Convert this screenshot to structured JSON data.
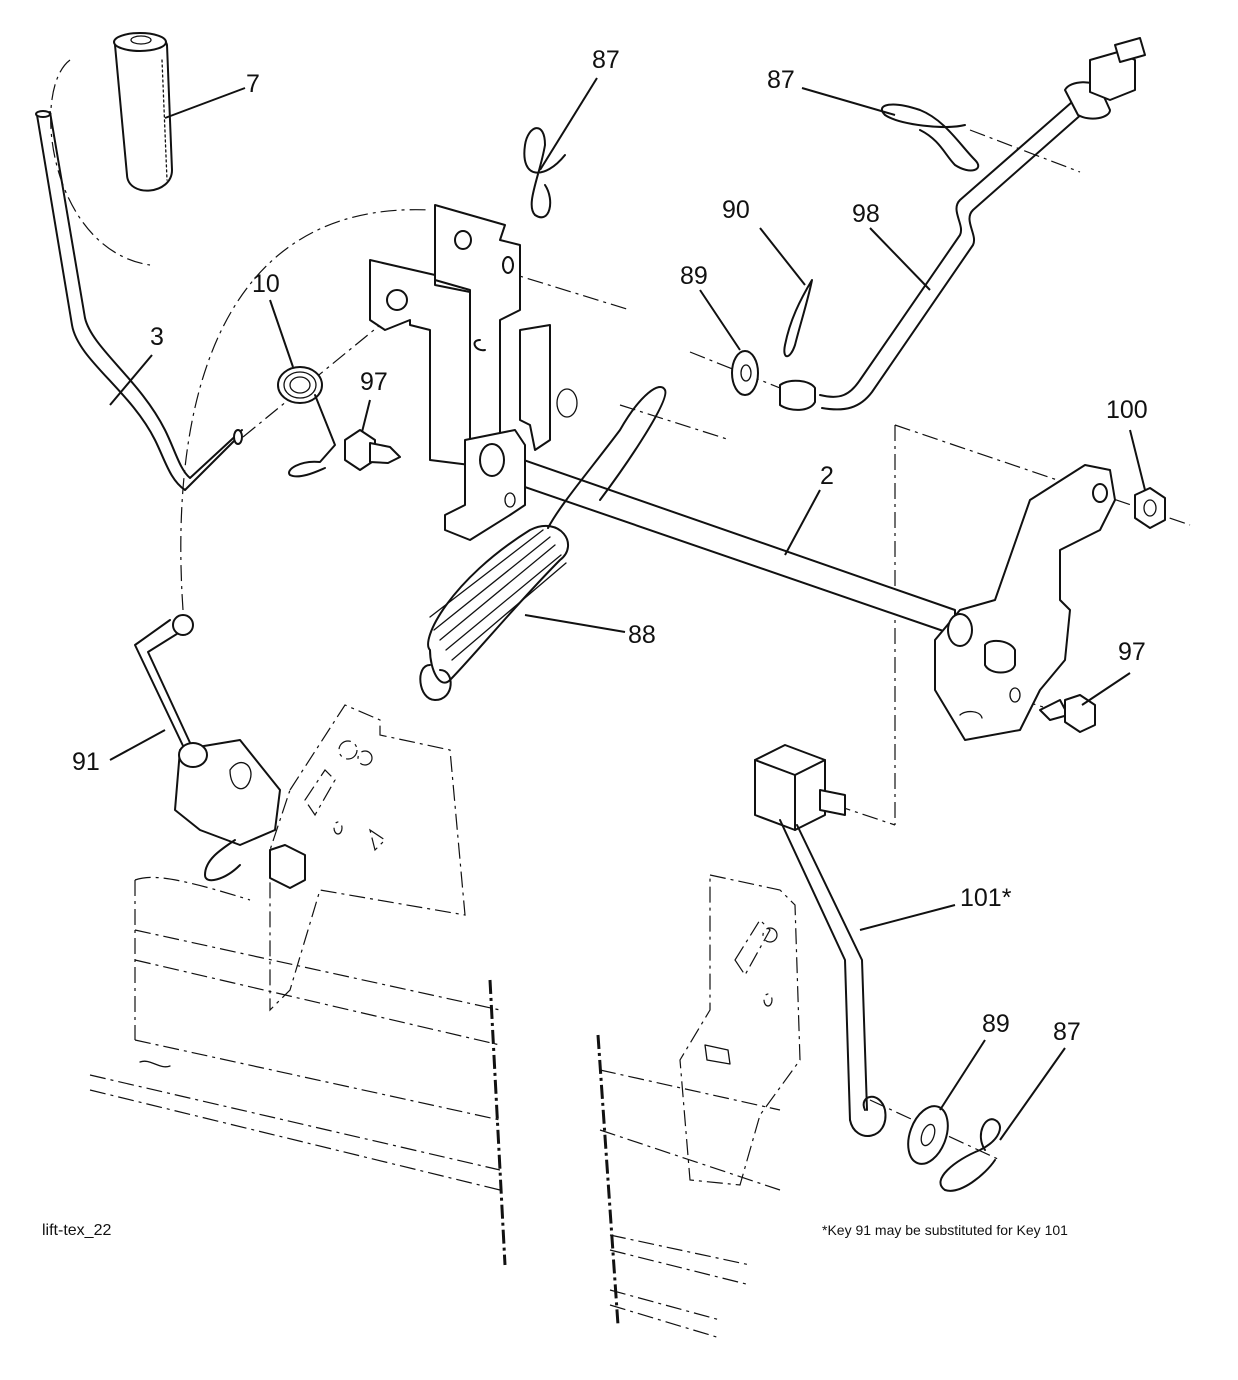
{
  "diagram_id": "lift-tex_22",
  "footnote": "*Key 91 may be substituted for Key 101",
  "callouts": {
    "k7": "7",
    "k87a": "87",
    "k87b": "87",
    "k87c": "87",
    "k3": "3",
    "k10": "10",
    "k97a": "97",
    "k97b": "97",
    "k90": "90",
    "k89a": "89",
    "k89b": "89",
    "k98": "98",
    "k100": "100",
    "k2": "2",
    "k88": "88",
    "k91": "91",
    "k101": "101*"
  }
}
